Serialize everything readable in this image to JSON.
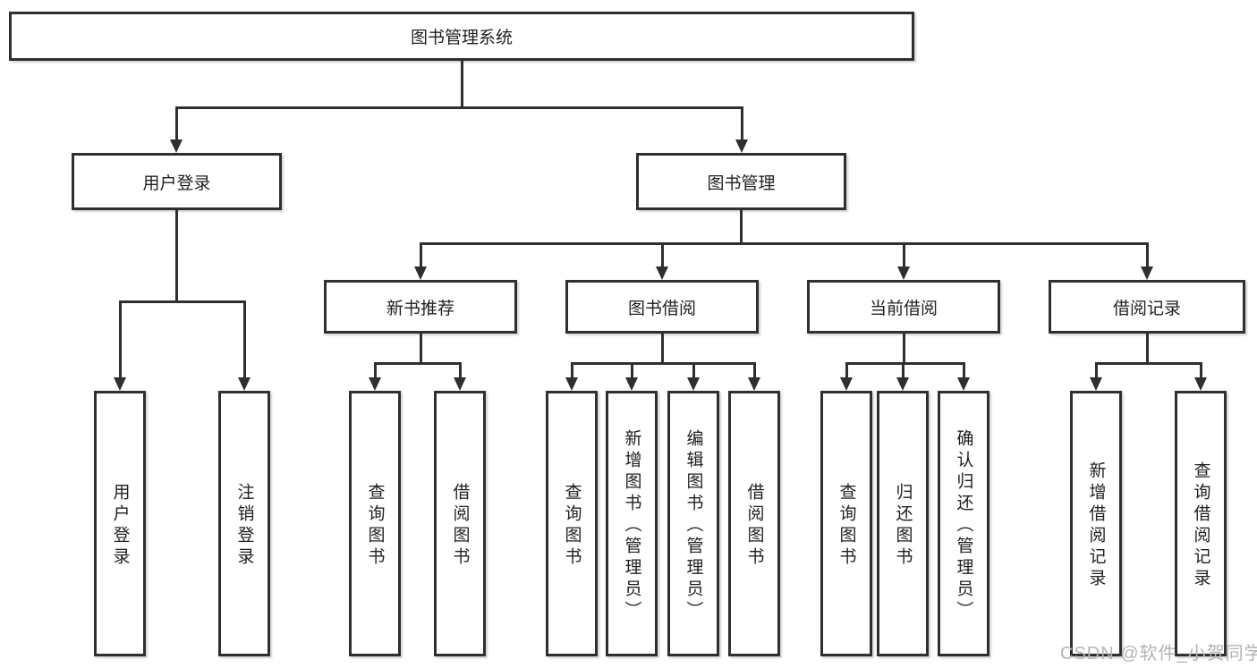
{
  "tree": {
    "root": {
      "label": "图书管理系统"
    },
    "user_login": {
      "label": "用户登录",
      "children": [
        {
          "label": "用户登录"
        },
        {
          "label": "注销登录"
        }
      ]
    },
    "book_mgmt": {
      "label": "图书管理",
      "new_book": {
        "label": "新书推荐",
        "children": [
          {
            "label": "查询图书"
          },
          {
            "label": "借阅图书"
          }
        ]
      },
      "book_borrow": {
        "label": "图书借阅",
        "children": [
          {
            "label": "查询图书"
          },
          {
            "label": "新增图书（管理员）"
          },
          {
            "label": "编辑图书（管理员）"
          },
          {
            "label": "借阅图书"
          }
        ]
      },
      "current_borrow": {
        "label": "当前借阅",
        "children": [
          {
            "label": "查询图书"
          },
          {
            "label": "归还图书"
          },
          {
            "label": "确认归还（管理员）"
          }
        ]
      },
      "borrow_record": {
        "label": "借阅记录",
        "children": [
          {
            "label": "新增借阅记录"
          },
          {
            "label": "查询借阅记录"
          }
        ]
      }
    }
  },
  "watermark": {
    "text": "CSDN @软件_小贺同学"
  },
  "colors": {
    "line": "#2f2f2f",
    "box_border": "#2f2f2f",
    "box_fill": "#ffffff",
    "text": "#1f1f1f",
    "watermark": "#b4b4b4"
  }
}
